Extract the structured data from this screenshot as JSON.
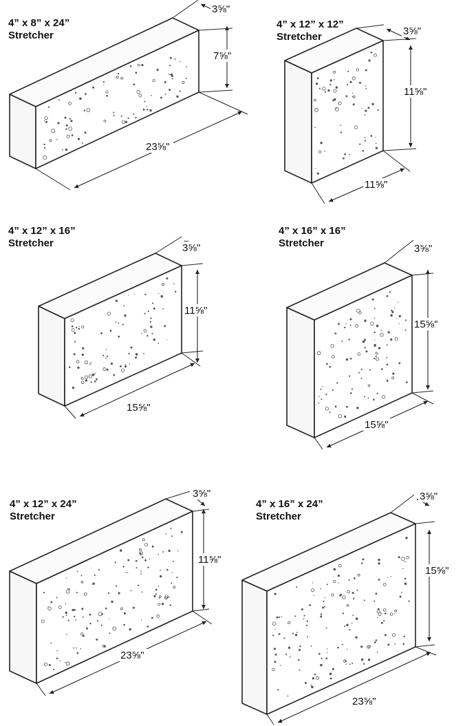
{
  "blocks": [
    {
      "title_line1": "4” x 8” x 24”",
      "title_line2": "Stretcher",
      "length_label": "23⅝\"",
      "height_label": "7⅝\"",
      "depth_label": "3⅝\""
    },
    {
      "title_line1": "4” x 12” x 12”",
      "title_line2": "Stretcher",
      "length_label": "11⅝\"",
      "height_label": "11⅝\"",
      "depth_label": "3⅝\""
    },
    {
      "title_line1": "4” x 12” x 16”",
      "title_line2": "Stretcher",
      "length_label": "15⅝\"",
      "height_label": "11⅝\"",
      "depth_label": "3⅝\""
    },
    {
      "title_line1": "4” x 16” x 16”",
      "title_line2": "Stretcher",
      "length_label": "15⅝\"",
      "height_label": "15⅝\"",
      "depth_label": "3⅝\""
    },
    {
      "title_line1": "4” x 12” x 24”",
      "title_line2": "Stretcher",
      "length_label": "23⅝\"",
      "height_label": "11⅝\"",
      "depth_label": "3⅝\""
    },
    {
      "title_line1": "4” x 16” x 24”",
      "title_line2": "Stretcher",
      "length_label": "23⅝\"",
      "height_label": "15⅝\"",
      "depth_label": "3⅝\""
    }
  ]
}
